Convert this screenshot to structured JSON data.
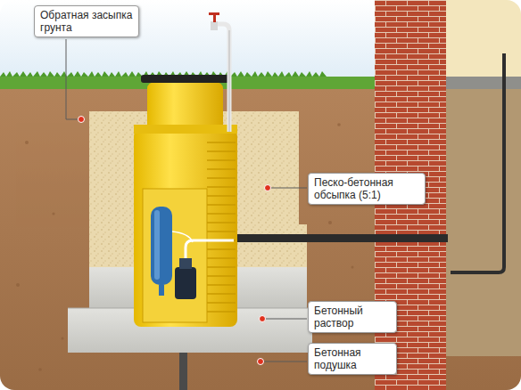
{
  "diagram": {
    "nodes": [
      {
        "text": [
          "Обратная засыпка грунта"
        ]
      },
      {
        "text": [
          "Песко-бетонная обсыпка (5:1)"
        ]
      },
      {
        "text": [
          "Бетонный раствор"
        ]
      },
      {
        "text": [
          "Бетонная подушка"
        ]
      }
    ]
  }
}
